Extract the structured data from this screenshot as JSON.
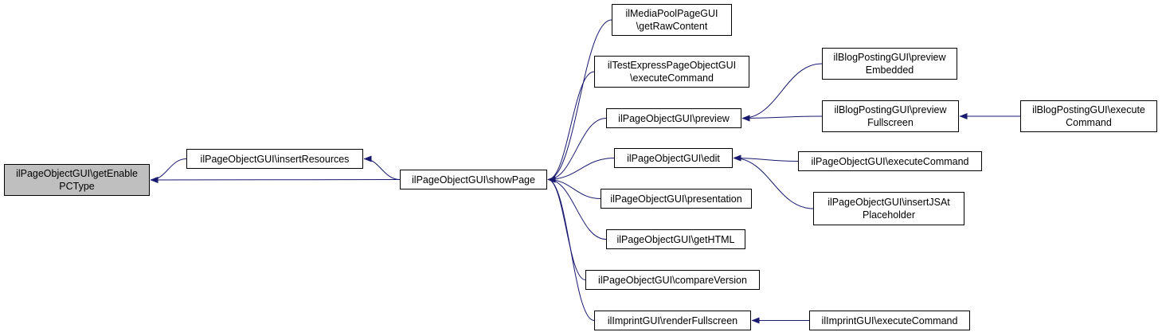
{
  "colors": {
    "edge": "#191970",
    "root_fill": "#bfbfbf",
    "node_fill": "#ffffff",
    "border": "#000000"
  },
  "nodes": [
    {
      "id": "getEnablePCType",
      "lines": [
        "ilPageObjectGUI\\getEnable",
        "PCType"
      ],
      "root": true
    },
    {
      "id": "insertResources",
      "lines": [
        "ilPageObjectGUI\\insertResources"
      ]
    },
    {
      "id": "showPage",
      "lines": [
        "ilPageObjectGUI\\showPage"
      ]
    },
    {
      "id": "mpGetRaw",
      "lines": [
        "ilMediaPoolPageGUI",
        "\\getRawContent"
      ]
    },
    {
      "id": "testExec",
      "lines": [
        "ilTestExpressPageObjectGUI",
        "\\executeCommand"
      ]
    },
    {
      "id": "preview",
      "lines": [
        "ilPageObjectGUI\\preview"
      ]
    },
    {
      "id": "edit",
      "lines": [
        "ilPageObjectGUI\\edit"
      ]
    },
    {
      "id": "presentation",
      "lines": [
        "ilPageObjectGUI\\presentation"
      ]
    },
    {
      "id": "getHTML",
      "lines": [
        "ilPageObjectGUI\\getHTML"
      ]
    },
    {
      "id": "compareVersion",
      "lines": [
        "ilPageObjectGUI\\compareVersion"
      ]
    },
    {
      "id": "renderFullscreen",
      "lines": [
        "ilImprintGUI\\renderFullscreen"
      ]
    },
    {
      "id": "blogPrevEmb",
      "lines": [
        "ilBlogPostingGUI\\preview",
        "Embedded"
      ]
    },
    {
      "id": "blogPrevFull",
      "lines": [
        "ilBlogPostingGUI\\preview",
        "Fullscreen"
      ]
    },
    {
      "id": "blogExec",
      "lines": [
        "ilBlogPostingGUI\\execute",
        "Command"
      ]
    },
    {
      "id": "pogExec",
      "lines": [
        "ilPageObjectGUI\\executeCommand"
      ]
    },
    {
      "id": "insertJS",
      "lines": [
        "ilPageObjectGUI\\insertJSAt",
        "Placeholder"
      ]
    },
    {
      "id": "imprintExec",
      "lines": [
        "ilImprintGUI\\executeCommand"
      ]
    }
  ],
  "edges": [
    {
      "from": "insertResources",
      "to": "getEnablePCType"
    },
    {
      "from": "showPage",
      "to": "getEnablePCType"
    },
    {
      "from": "showPage",
      "to": "insertResources"
    },
    {
      "from": "mpGetRaw",
      "to": "showPage"
    },
    {
      "from": "testExec",
      "to": "showPage"
    },
    {
      "from": "preview",
      "to": "showPage"
    },
    {
      "from": "edit",
      "to": "showPage"
    },
    {
      "from": "presentation",
      "to": "showPage"
    },
    {
      "from": "getHTML",
      "to": "showPage"
    },
    {
      "from": "compareVersion",
      "to": "showPage"
    },
    {
      "from": "renderFullscreen",
      "to": "showPage"
    },
    {
      "from": "blogPrevEmb",
      "to": "preview"
    },
    {
      "from": "blogPrevFull",
      "to": "preview"
    },
    {
      "from": "blogExec",
      "to": "blogPrevFull"
    },
    {
      "from": "pogExec",
      "to": "edit"
    },
    {
      "from": "insertJS",
      "to": "edit"
    },
    {
      "from": "imprintExec",
      "to": "renderFullscreen"
    }
  ]
}
